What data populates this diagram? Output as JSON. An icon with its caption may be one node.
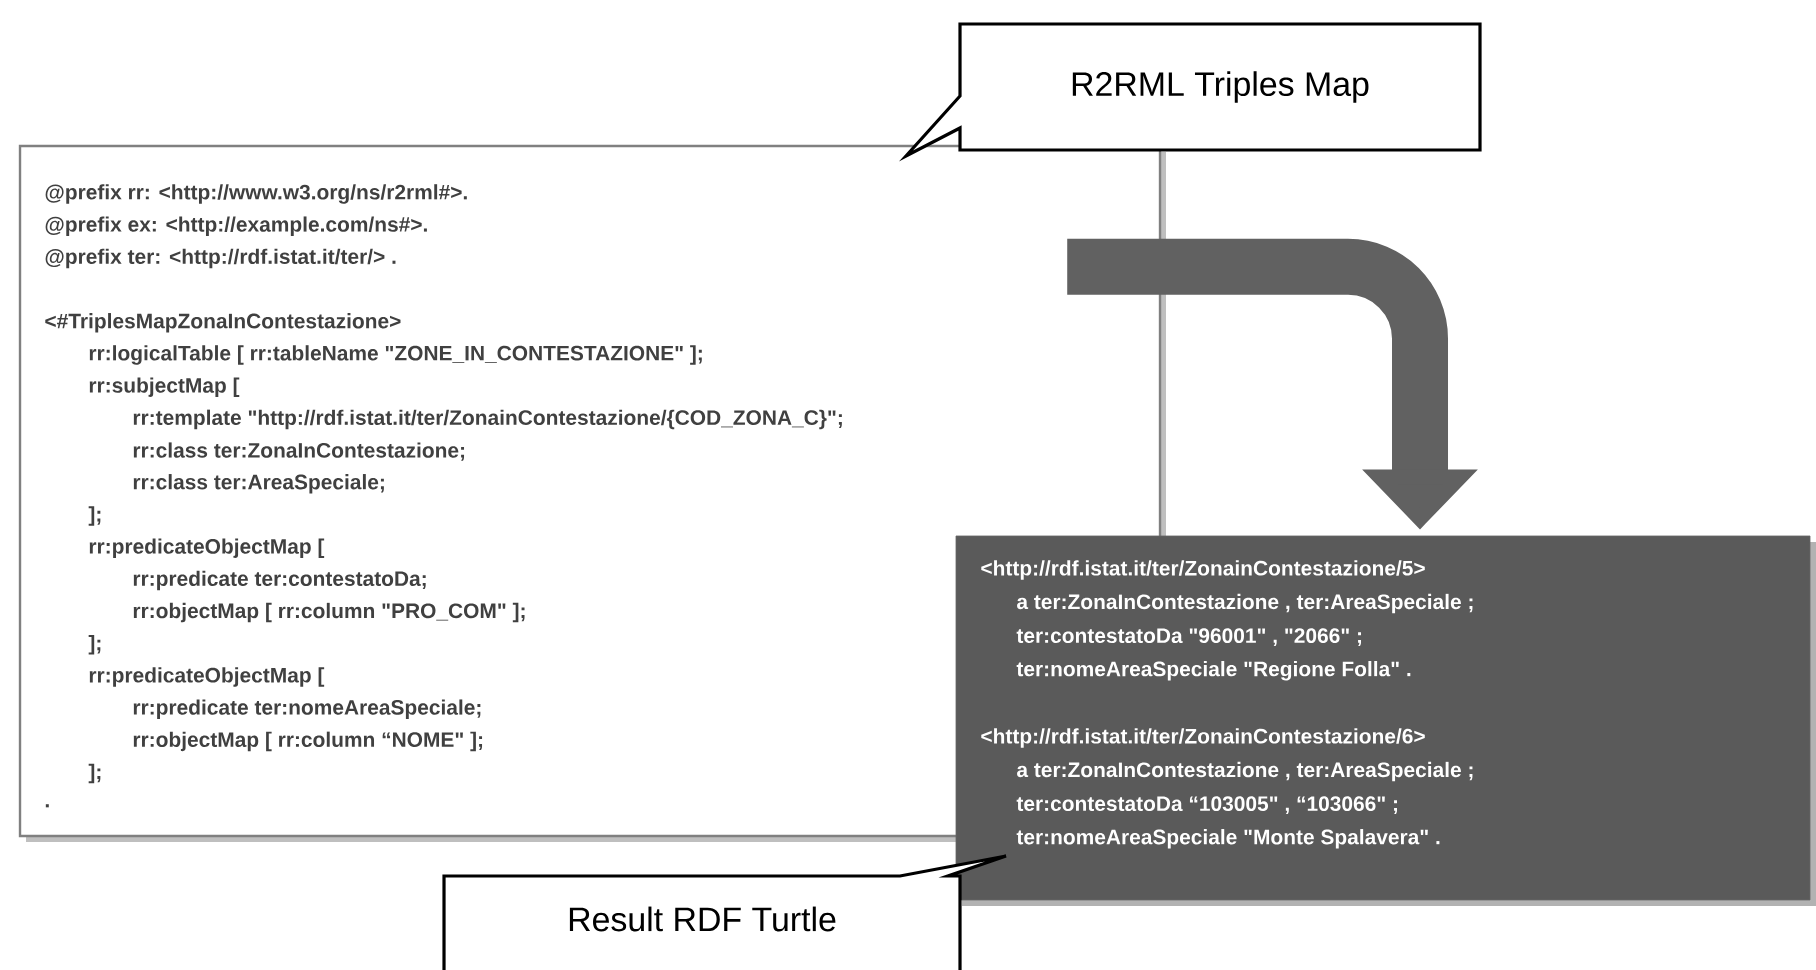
{
  "diagram": {
    "nodes": [
      {
        "text": [
          "@prefix rr: <http://www.w3.org/ns/r2rml#>.",
          "@prefix ex: <http://example.com/ns#>.",
          "@prefix ter: <http://rdf.istat.it/ter/> .",
          "<#TriplesMapZonaInContestazione>",
          "rr:logicalTable [ rr:tableName \"ZONE_IN_CONTESTAZIONE\" ];",
          "rr:subjectMap [",
          "rr:template \"http://rdf.istat.it/ter/ZonainContestazione/{COD_ZONA_C}\";",
          "rr:class ter:ZonaInContestazione;",
          "rr:class ter:AreaSpeciale;",
          "];",
          "rr:predicateObjectMap [",
          "rr:predicate ter:contestatoDa;",
          "rr:objectMap [ rr:column \"PRO_COM\" ];",
          "];",
          "rr:predicateObjectMap [",
          "rr:predicate ter:nomeAreaSpeciale;",
          "rr:objectMap [ rr:column “NOME\" ];",
          "];",
          "."
        ]
      },
      {
        "text": [
          "R2RML Triples Map"
        ]
      },
      {
        "text": [
          "<http://rdf.istat.it/ter/ZonainContestazione/5>",
          "a ter:ZonaInContestazione , ter:AreaSpeciale ;",
          "ter:contestatoDa \"96001\" , \"2066\" ;",
          "ter:nomeAreaSpeciale \"Regione Folla\" .",
          "<http://rdf.istat.it/ter/ZonainContestazione/6>",
          "a ter:ZonaInContestazione , ter:AreaSpeciale ;",
          "ter:contestatoDa “103005\" , “103066\" ;",
          "ter:nomeAreaSpeciale \"Monte Spalavera\" ."
        ]
      },
      {
        "text": [
          "Result RDF Turtle"
        ]
      }
    ],
    "edges": [
      {
        "from": 0,
        "to": 2,
        "arrow": "to"
      }
    ]
  }
}
